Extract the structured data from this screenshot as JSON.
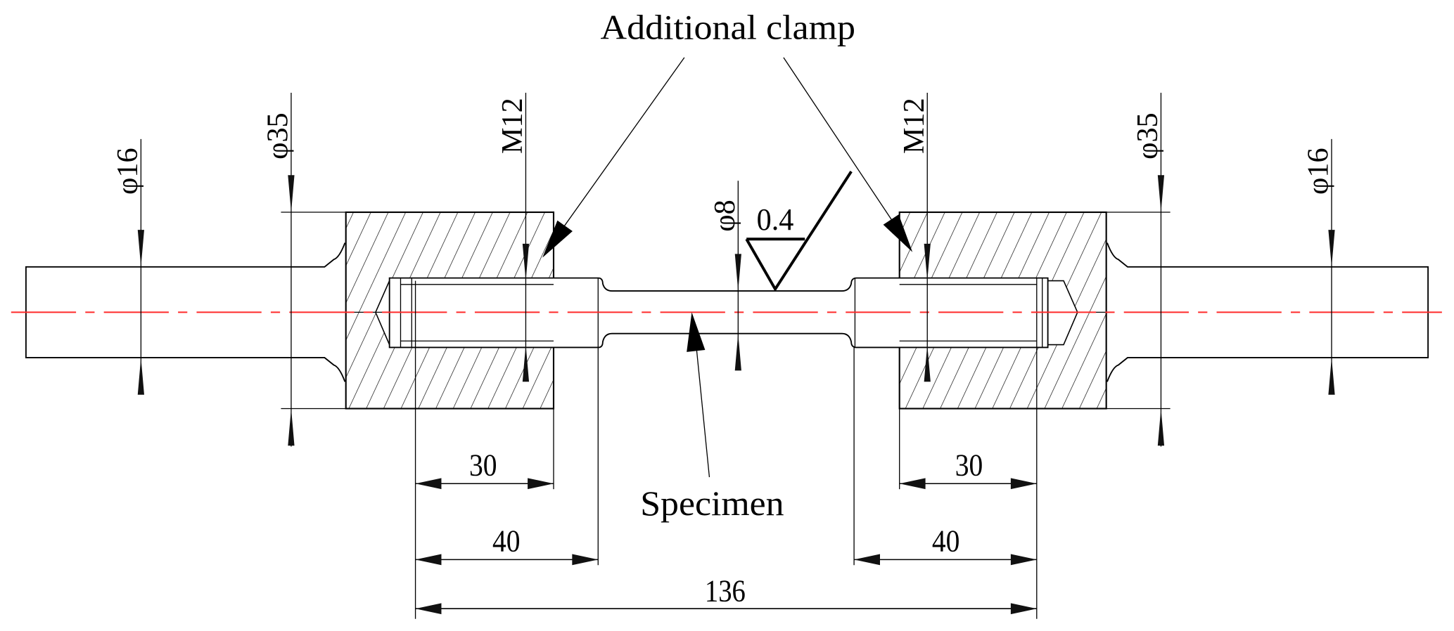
{
  "labels": {
    "additional_clamp": "Additional clamp",
    "specimen": "Specimen"
  },
  "dimensions": {
    "left_phi16": "φ16",
    "left_phi35": "φ35",
    "left_m12": "M12",
    "phi8": "φ8",
    "right_m12": "M12",
    "right_phi35": "φ35",
    "right_phi16": "φ16",
    "left_30": "30",
    "left_40": "40",
    "right_30": "30",
    "right_40": "40",
    "total_136": "136"
  },
  "roughness": "0.4",
  "colors": {
    "line": "#000000",
    "centerline": "#ff2a2a"
  }
}
